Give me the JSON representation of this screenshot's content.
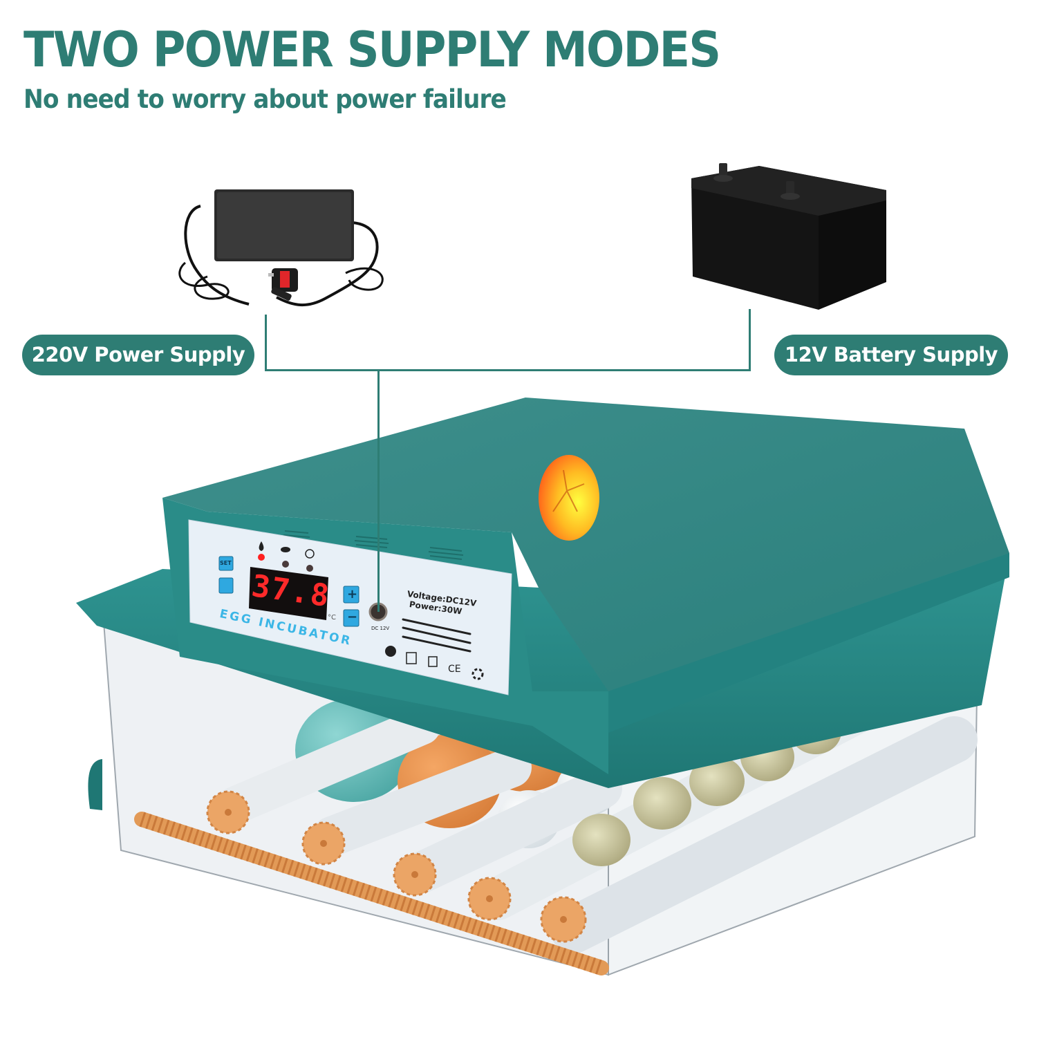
{
  "header": {
    "title": "TWO POWER SUPPLY MODES",
    "subtitle": "No need to worry about power failure"
  },
  "power_options": [
    {
      "label": "220V Power Supply",
      "device": "power-adapter",
      "icon": "uk-plug-adapter"
    },
    {
      "label": "12V Battery Supply",
      "device": "car-battery",
      "icon": "battery"
    }
  ],
  "colors": {
    "brand_teal": "#2e7d74",
    "incubator_teal": "#2a8c88",
    "display_red": "#ff2a2a",
    "panel_button_blue": "#2fa8e0",
    "label_blue": "#3bb6e6"
  },
  "incubator": {
    "brand_label": "EGG INCUBATOR",
    "display_value": "37.8",
    "display_unit": "°C",
    "buttons": {
      "set": "SET",
      "light": "light-icon",
      "plus": "+",
      "minus": "−"
    },
    "indicators": [
      {
        "icon": "flame-icon",
        "state": "on",
        "color": "#ff2020"
      },
      {
        "icon": "turn-icon",
        "state": "off",
        "color": "#4a3b3b"
      },
      {
        "icon": "alarm-icon",
        "state": "off",
        "color": "#4a3b3b"
      }
    ],
    "jack_label": "DC 12V",
    "voltage": "Voltage:DC12V",
    "power": "Power:30W",
    "cert_icons": [
      "energy-label-icon",
      "double-insulation-icon",
      "weee-bin-icon",
      "ce-mark",
      "recycle-icon"
    ],
    "ce_text": "CE"
  }
}
